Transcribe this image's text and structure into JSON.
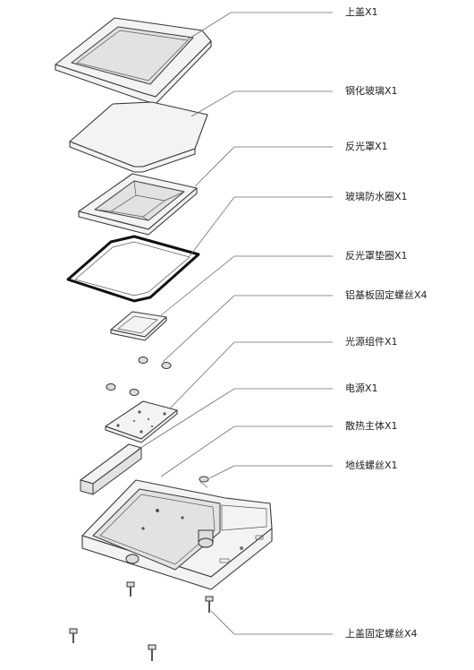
{
  "parts": [
    {
      "id": "top_cover",
      "label": "上盖X1"
    },
    {
      "id": "tempered_glass",
      "label": "钢化玻璃X1"
    },
    {
      "id": "reflector",
      "label": "反光罩X1"
    },
    {
      "id": "glass_gasket",
      "label": "玻璃防水圈X1"
    },
    {
      "id": "reflector_gasket",
      "label": "反光罩垫圈X1"
    },
    {
      "id": "al_board_screws",
      "label": "铝基板固定螺丝X4"
    },
    {
      "id": "light_module",
      "label": "光源组件X1"
    },
    {
      "id": "power_supply",
      "label": "电源X1"
    },
    {
      "id": "heatsink_body",
      "label": "散热主体X1"
    },
    {
      "id": "ground_screw",
      "label": "地线螺丝X1"
    },
    {
      "id": "cover_screws",
      "label": "上盖固定螺丝X4"
    }
  ]
}
